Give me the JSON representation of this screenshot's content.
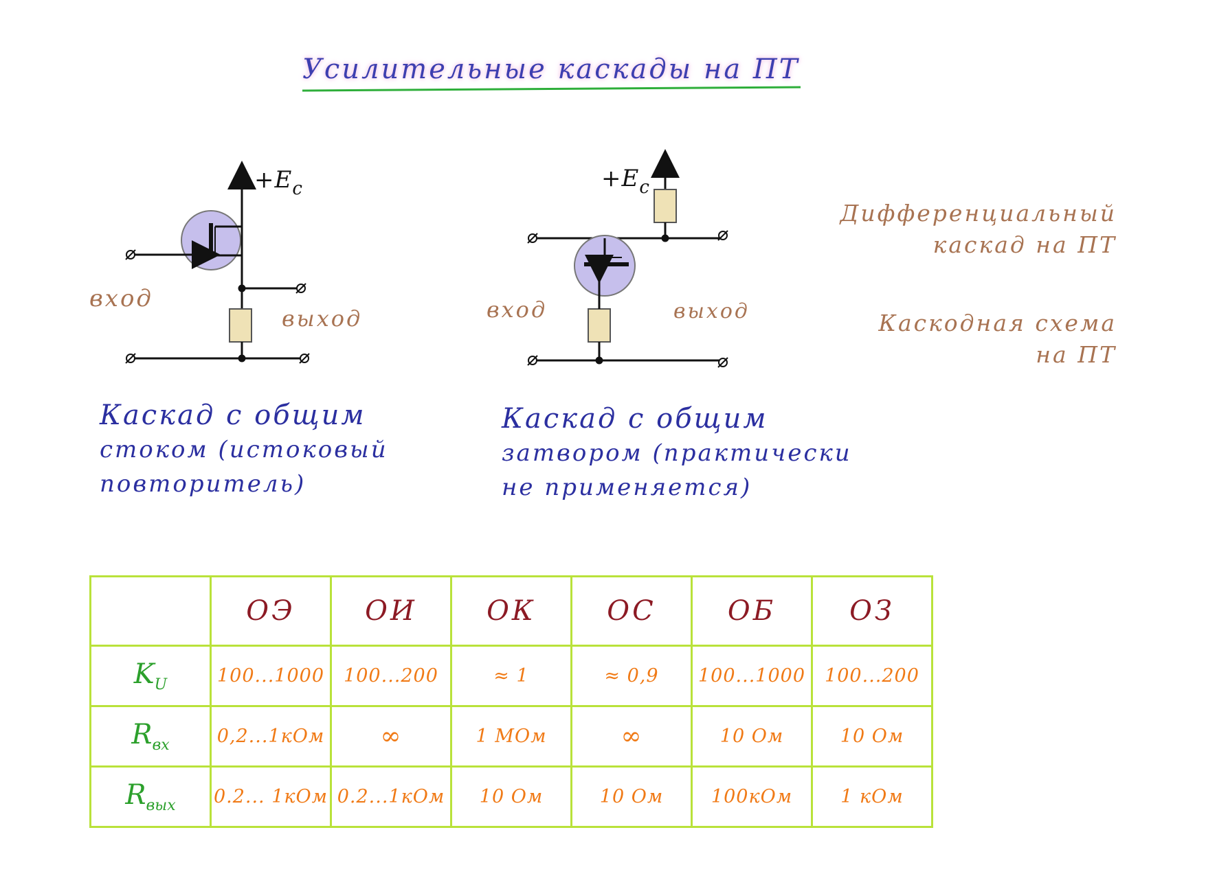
{
  "title": "Усилительные каскады на ПТ",
  "circuit1": {
    "supply_label": "+E",
    "supply_sub": "c",
    "input_label": "вход",
    "output_label": "выход",
    "caption_lines": [
      "Каскад с общим",
      "стоком (истоковый",
      "повторитель)"
    ]
  },
  "circuit2": {
    "supply_label": "+E",
    "supply_sub": "c",
    "input_label": "вход",
    "output_label": "выход",
    "caption_lines": [
      "Каскад с общим",
      "затвором (практически",
      "не применяется)"
    ]
  },
  "side_notes": {
    "differential": [
      "Дифференциальный",
      "каскад на ПТ"
    ],
    "cascode": [
      "Каскодная схема",
      "на ПТ"
    ]
  },
  "colors": {
    "title": "#3d3fb0",
    "title_underline": "#2eae3a",
    "caption": "#2b2fa0",
    "labels": "#a87352",
    "transistor_fill": "#c6bfec",
    "resistor_fill": "#efe2b6",
    "table_border": "#b9e23a",
    "table_header": "#8c1a24",
    "table_rowhead": "#2ca02c",
    "table_values": "#f07a16"
  },
  "table": {
    "columns": [
      "ОЭ",
      "ОИ",
      "ОК",
      "ОС",
      "ОБ",
      "ОЗ"
    ],
    "rows": [
      {
        "label": "K",
        "label_sub": "U",
        "values": [
          "100...1000",
          "100...200",
          "≈ 1",
          "≈ 0,9",
          "100...1000",
          "100...200"
        ]
      },
      {
        "label": "R",
        "label_sub": "вх",
        "values": [
          "0,2...1кОм",
          "∞",
          "1 МОм",
          "∞",
          "10 Ом",
          "10 Ом"
        ]
      },
      {
        "label": "R",
        "label_sub": "вых",
        "values": [
          "0.2... 1кОм",
          "0.2...1кОм",
          "10 Ом",
          "10 Ом",
          "100кОм",
          "1 кОм"
        ]
      }
    ]
  }
}
